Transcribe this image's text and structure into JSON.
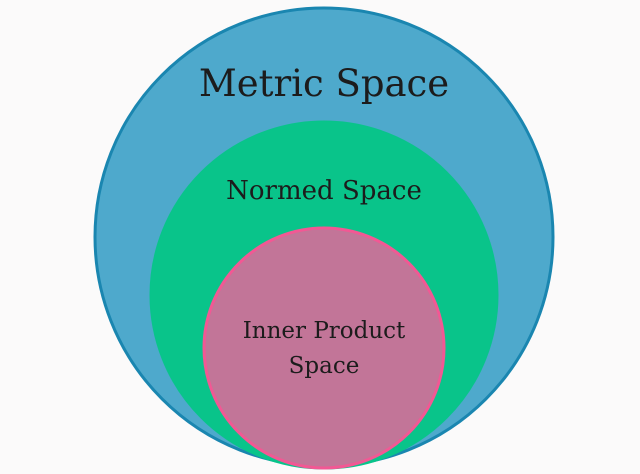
{
  "diagram": {
    "outer_circle": {
      "label": "Metric Space",
      "fill": "#4ea9cc",
      "stroke": "#1a86b0"
    },
    "middle_circle": {
      "label": "Normed Space",
      "fill": "#09c48a",
      "stroke": "#09c48a"
    },
    "inner_circle": {
      "label_line1": "Inner Product",
      "label_line2": "Space",
      "fill": "#c27598",
      "stroke": "#f25894"
    }
  }
}
